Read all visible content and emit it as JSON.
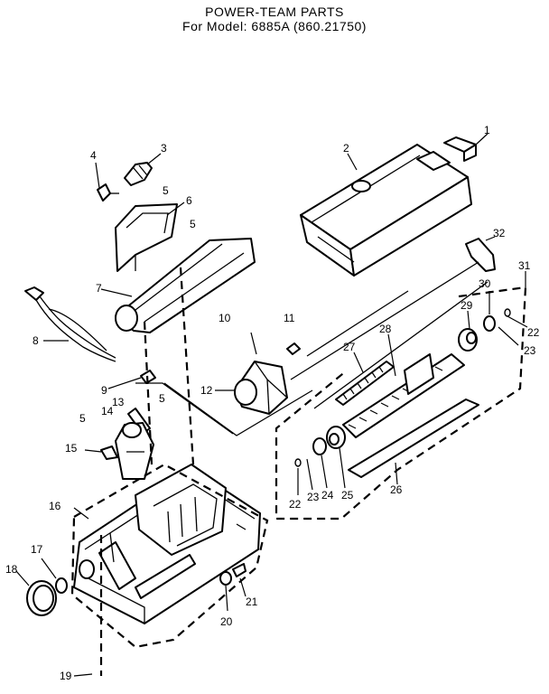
{
  "title": {
    "line1": "POWER-TEAM  PARTS",
    "line2": "For  Model:  6885A  (860.21750)"
  },
  "callouts": {
    "p1": "1",
    "p2": "2",
    "p3": "3",
    "p4": "4",
    "p5a": "5",
    "p5b": "5",
    "p5c": "5",
    "p5d": "5",
    "p6": "6",
    "p7": "7",
    "p8": "8",
    "p9": "9",
    "p10": "10",
    "p11": "11",
    "p12": "12",
    "p13": "13",
    "p14": "14",
    "p15": "15",
    "p16": "16",
    "p17": "17",
    "p18": "18",
    "p19": "19",
    "p20": "20",
    "p21": "21",
    "p22a": "22",
    "p22b": "22",
    "p23a": "23",
    "p23b": "23",
    "p24": "24",
    "p25": "25",
    "p26": "26",
    "p27": "27",
    "p28": "28",
    "p29": "29",
    "p30": "30",
    "p31": "31",
    "p32": "32"
  }
}
